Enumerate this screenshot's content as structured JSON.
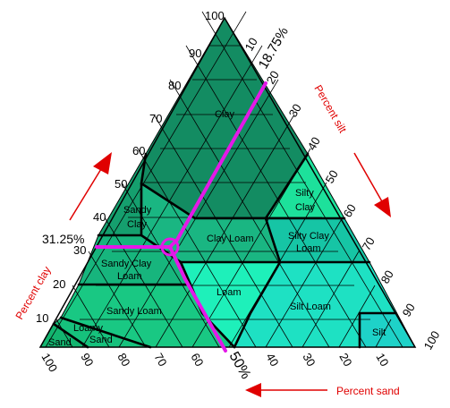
{
  "clay_ticks": [
    "10",
    "20",
    "30",
    "40",
    "50",
    "60",
    "70",
    "80",
    "90",
    "100"
  ],
  "silt_ticks": [
    "10",
    "20",
    "30",
    "40",
    "50",
    "60",
    "70",
    "80",
    "90",
    "100"
  ],
  "sand_ticks": [
    "100",
    "90",
    "80",
    "70",
    "60",
    "50%",
    "40",
    "30",
    "20",
    "10"
  ],
  "regions": {
    "clay": "Clay",
    "sandy_clay": [
      "Sandy",
      "Clay"
    ],
    "silty_clay": [
      "Silty",
      "Clay"
    ],
    "clay_loam": "Clay Loam",
    "silty_clay_loam": [
      "Silty Clay",
      "Loam"
    ],
    "sandy_clay_loam": [
      "Sandy Clay",
      "Loam"
    ],
    "loam": "Loam",
    "sandy_loam": "Sandy Loam",
    "silt_loam": "Silt Loam",
    "silt": "Silt",
    "loamy_sand": [
      "Loamy",
      "Sand"
    ],
    "sand": "Sand"
  },
  "axes": {
    "clay": "Percent clay",
    "silt": "Percent silt",
    "sand": "Percent sand"
  },
  "callouts": {
    "silt_value": "18.75%",
    "clay_value": "31.25%"
  },
  "colors": {
    "clay": "#138c62",
    "sandy_clay": "#159f6e",
    "silty_clay": "#1de19b",
    "clay_loam": "#1ab682",
    "silty_clay_loam": "#16c5a5",
    "sandy_clay_loam": "#17b57d",
    "loam": "#1ef0ba",
    "sandy_loam": "#19c883",
    "silt_loam": "#1ee1c3",
    "silt": "#1ed2c8",
    "loamy_sand": "#16c17c",
    "sand": "#13b56f",
    "highlight": "#e418e8",
    "axis_label": "#e00000"
  }
}
